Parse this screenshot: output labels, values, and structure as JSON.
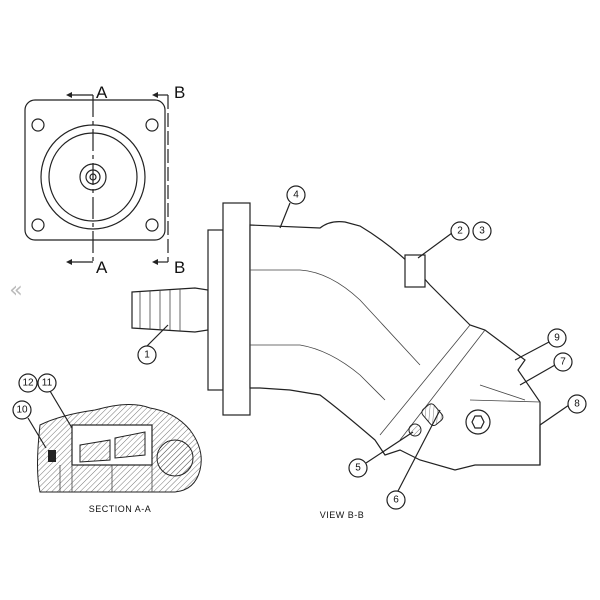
{
  "nav": {
    "prev_glyph": "«",
    "prev_icon": "chevron-left-icon"
  },
  "section_markers": {
    "a_top": "A",
    "b_top": "B",
    "a_bottom": "A",
    "b_bottom": "B"
  },
  "captions": {
    "section": "SECTION  A-A",
    "view": "VIEW B-B"
  },
  "callouts": {
    "c1": "1",
    "c2": "2",
    "c3": "3",
    "c4": "4",
    "c5": "5",
    "c6": "6",
    "c7": "7",
    "c8": "8",
    "c9": "9",
    "c10": "10",
    "c11": "11",
    "c12": "12"
  }
}
